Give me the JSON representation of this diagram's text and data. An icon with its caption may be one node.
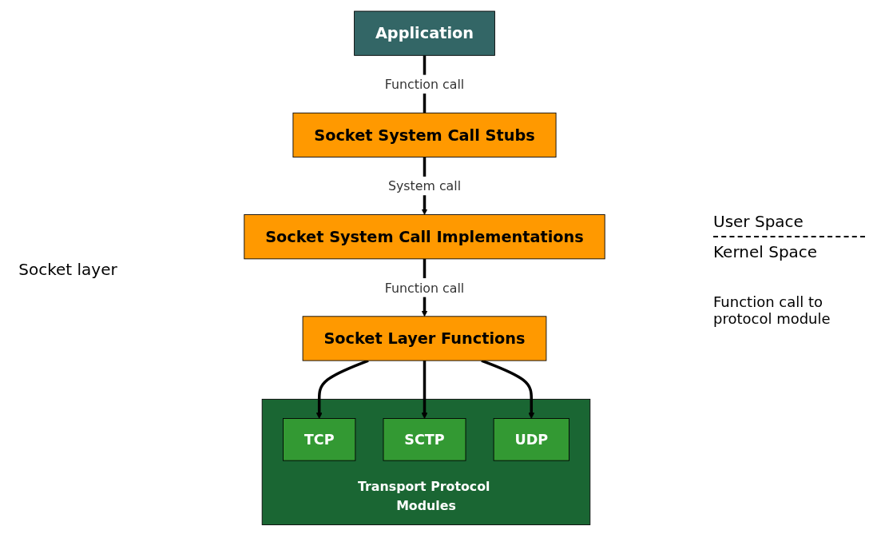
{
  "diagram": {
    "nodes": [
      {
        "text": [
          "Application"
        ]
      },
      {
        "text": [
          "Socket System Call Stubs"
        ]
      },
      {
        "text": [
          "Socket System Call Implementations"
        ]
      },
      {
        "text": [
          "Socket Layer Functions"
        ]
      },
      {
        "text": [
          "Transport Protocol Modules"
        ]
      },
      {
        "text": [
          "TCP"
        ],
        "in": 4
      },
      {
        "text": [
          "SCTP"
        ],
        "in": 4
      },
      {
        "text": [
          "UDP"
        ],
        "in": 4
      }
    ],
    "edges": [
      {
        "from": 0,
        "to": 1,
        "arrow": "none",
        "label": "Function call"
      },
      {
        "from": 1,
        "to": 2,
        "arrow": "to",
        "label": "System call"
      },
      {
        "from": 2,
        "to": 3,
        "arrow": "to",
        "label": "Function call"
      },
      {
        "from": 3,
        "to": 5,
        "arrow": "to"
      },
      {
        "from": 3,
        "to": 6,
        "arrow": "to"
      },
      {
        "from": 3,
        "to": 7,
        "arrow": "to"
      }
    ],
    "labels": [
      "User Space",
      "Kernel Space",
      "Socket layer",
      "Function call to protocol module"
    ]
  }
}
